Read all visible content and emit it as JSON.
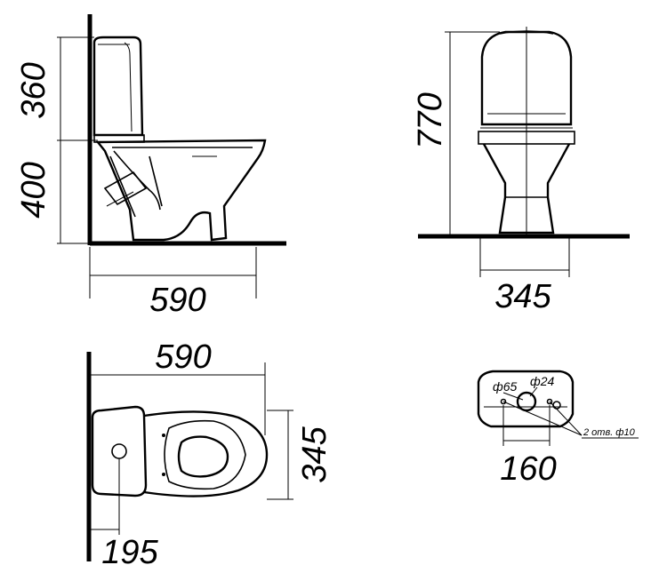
{
  "side_view": {
    "tank_height": "360",
    "bowl_height": "400",
    "length": "590"
  },
  "front_view": {
    "total_height": "770",
    "base_width": "345"
  },
  "top_view": {
    "length": "590",
    "width": "345",
    "offset": "195"
  },
  "tank_detail": {
    "hole_large": "ф65",
    "hole_small": "ф24",
    "mount_holes": "2 отв. ф10",
    "spacing": "160"
  }
}
